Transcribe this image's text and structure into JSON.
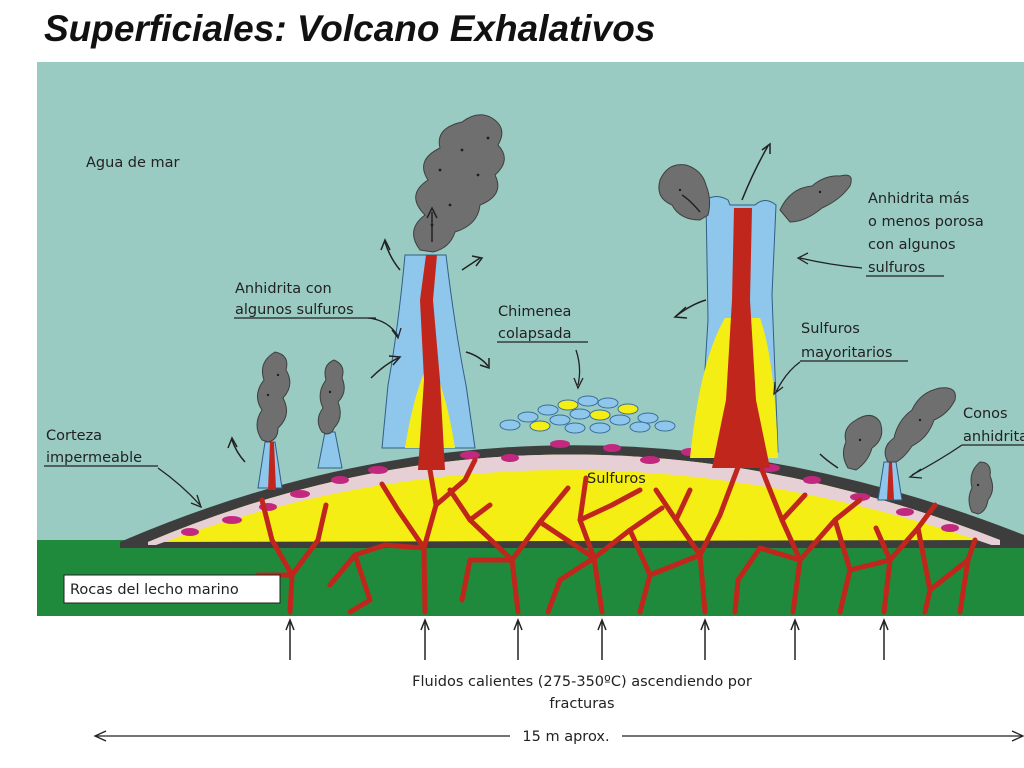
{
  "title": "Superficiales: Volcano Exhalativos",
  "labels": {
    "seawater": "Agua de mar",
    "anhydrite_left_1": "Anhidrita con",
    "anhydrite_left_2": "algunos sulfuros",
    "chimney_1": "Chimenea",
    "chimney_2": "colapsada",
    "anhydrite_right_1": "Anhidrita más",
    "anhydrite_right_2": "o menos porosa",
    "anhydrite_right_3": "con algunos",
    "anhydrite_right_4": "sulfuros",
    "sulfides_major_1": "Sulfuros",
    "sulfides_major_2": "mayoritarios",
    "cones_1": "Conos",
    "cones_2": "anhidrita",
    "crust_1": "Corteza",
    "crust_2": "impermeable",
    "sulfides": "Sulfuros",
    "seafloor": "Rocas del lecho marino",
    "fluids_1": "Fluidos calientes (275-350ºC) ascendiendo por",
    "fluids_2": "fracturas",
    "scale": "15 m aprox."
  },
  "colors": {
    "seawater": "#99cbc3",
    "seafloor": "#1f8a3c",
    "crust": "#3d3d3d",
    "sulfide": "#f5ee14",
    "anhydrite": "#8ec6ec",
    "fracture": "#c0261c",
    "inclusion": "#c2297e",
    "smoke": "#6f6f6f"
  }
}
